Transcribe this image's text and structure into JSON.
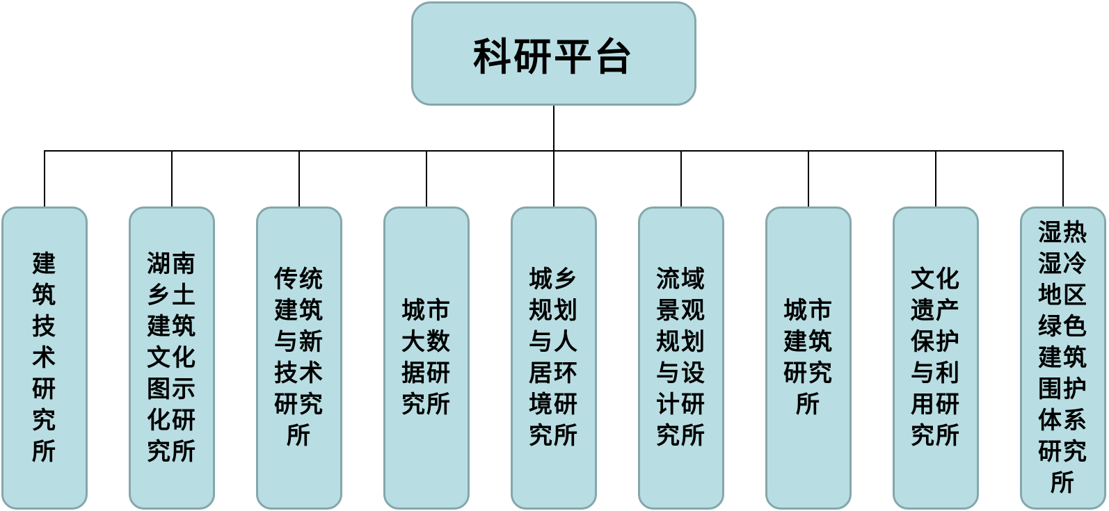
{
  "diagram": {
    "type": "org-chart",
    "background_color": "#ffffff",
    "node_fill_color": "#b8dee3",
    "node_border_color": "#84a7ab",
    "connector_color": "#000000",
    "text_color": "#000000",
    "root": {
      "label": "科研平台",
      "text": "科研平台"
    },
    "children": [
      {
        "label": "建筑技术研究所",
        "text": "建\n筑\n技\n术\n研\n究\n所"
      },
      {
        "label": "湖南乡土建筑文化图示化研究所",
        "text": "湖南\n乡土\n建筑\n文化\n图示\n化研\n究所"
      },
      {
        "label": "传统建筑与新技术研究所",
        "text": "传统\n建筑\n与新\n技术\n研究\n所"
      },
      {
        "label": "城市大数据研究所",
        "text": "城市\n大数\n据研\n究所"
      },
      {
        "label": "城乡规划与人居环境研究所",
        "text": "城乡\n规划\n与人\n居环\n境研\n究所"
      },
      {
        "label": "流域景观规划与设计研究所",
        "text": "流域\n景观\n规划\n与设\n计研\n究所"
      },
      {
        "label": "城市建筑研究所",
        "text": "城市\n建筑\n研究\n所"
      },
      {
        "label": "文化遗产保护与利用研究所",
        "text": "文化\n遗产\n保护\n与利\n用研\n究所"
      },
      {
        "label": "湿热湿冷地区绿色建筑围护体系研究所",
        "text": "湿热\n湿冷\n地区\n绿色\n建筑\n围护\n体系\n研究\n所"
      }
    ]
  }
}
